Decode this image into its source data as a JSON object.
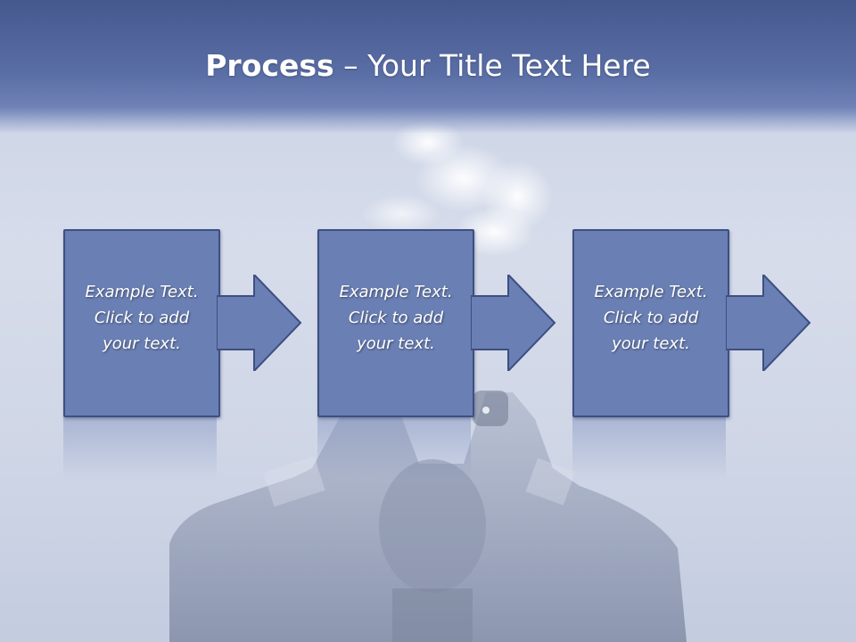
{
  "slide": {
    "title_bold": "Process",
    "title_rest": " – Your Title Text Here"
  },
  "steps": [
    {
      "line1": "Example Text.",
      "line2": "Click  to add",
      "line3": "your text."
    },
    {
      "line1": "Example Text.",
      "line2": "Click  to add",
      "line3": "your text."
    },
    {
      "line1": "Example Text.",
      "line2": "Click  to add",
      "line3": "your text."
    }
  ],
  "colors": {
    "header_blue": "#4d619a",
    "box_fill": "#6a7fb4",
    "box_border": "#3d4f82",
    "text": "#ffffff"
  },
  "icons": {
    "connector": "right-arrow-icon"
  }
}
